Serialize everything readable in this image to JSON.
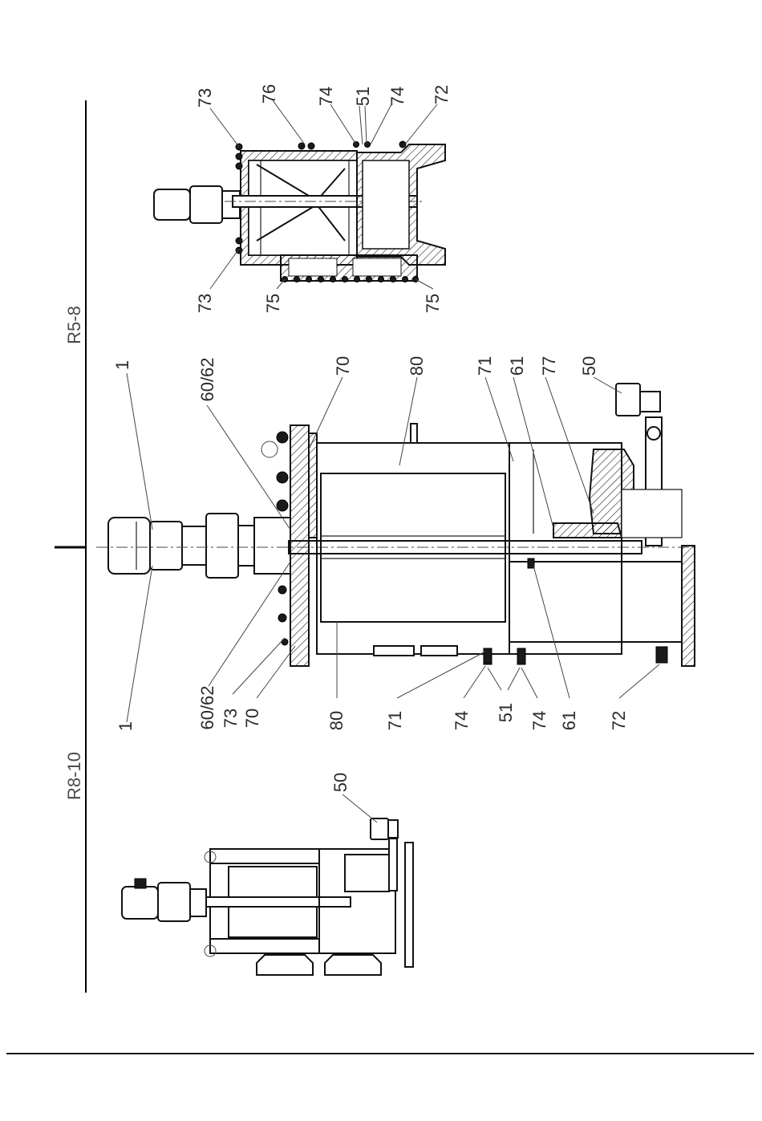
{
  "sections": {
    "top_label": "R5-8",
    "bottom_label": "R8-10"
  },
  "callouts": {
    "top_view": [
      "73",
      "76",
      "74",
      "51",
      "74",
      "72",
      "73",
      "75",
      "75"
    ],
    "middle_upper": [
      "1",
      "60/62",
      "70",
      "80",
      "71",
      "61",
      "77",
      "50"
    ],
    "middle_lower": [
      "1",
      "60/62",
      "73",
      "70",
      "80",
      "71",
      "74",
      "51",
      "74",
      "61",
      "72"
    ],
    "bottom_view": [
      "50"
    ]
  }
}
